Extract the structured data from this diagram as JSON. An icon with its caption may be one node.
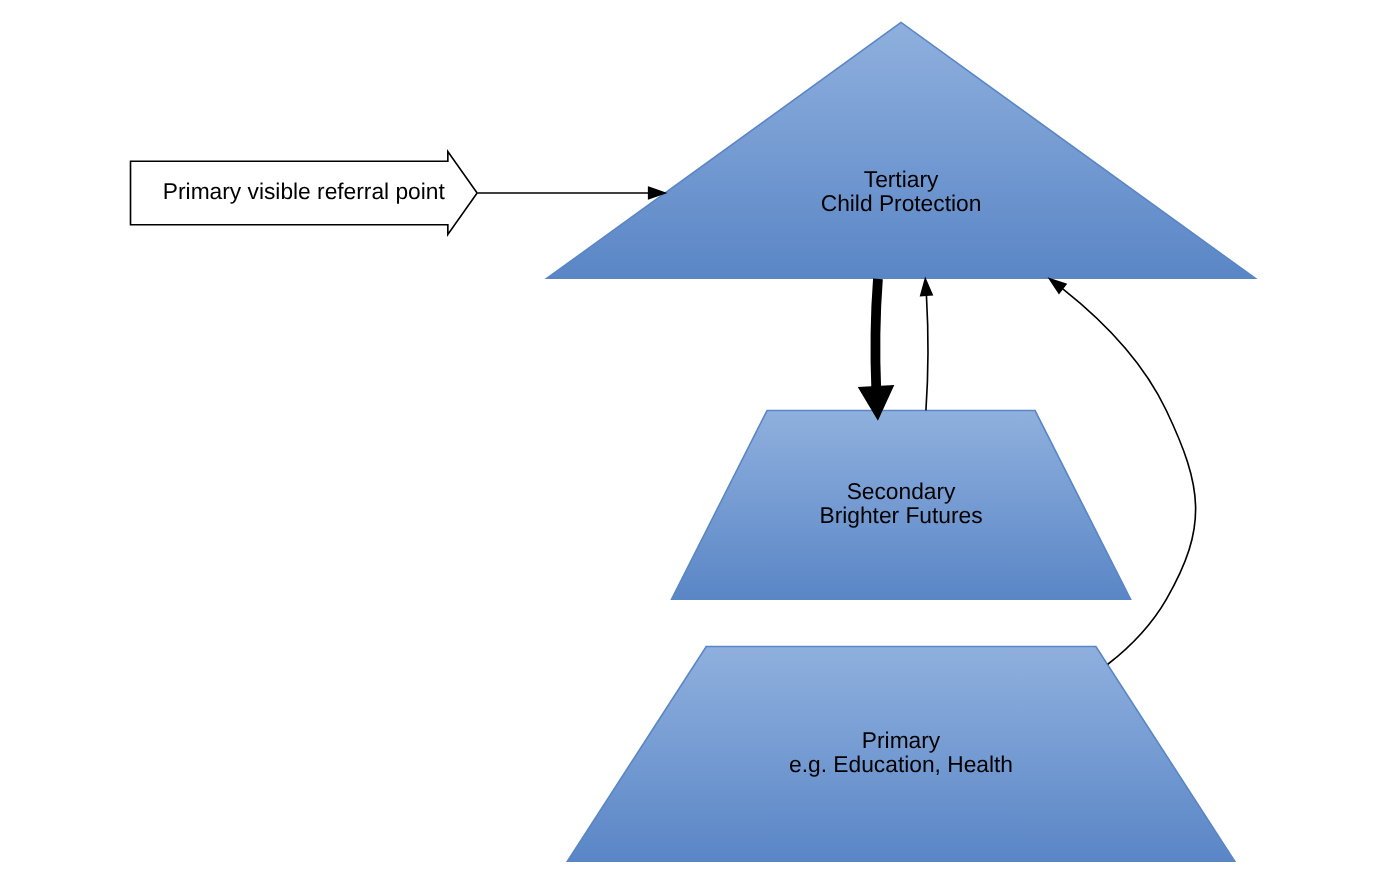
{
  "diagram": {
    "nodes": [
      {
        "text": [
          "Primary visible referral point"
        ]
      },
      {
        "text": [
          "Tertiary",
          "Child Protection"
        ]
      },
      {
        "text": [
          "Secondary",
          "Brighter Futures"
        ]
      },
      {
        "text": [
          "Primary",
          "e.g. Education, Health"
        ]
      }
    ],
    "edges": [
      {
        "from": 0,
        "to": 1,
        "arrow": "to"
      },
      {
        "from": 1,
        "to": 2,
        "arrow": "to",
        "style": "thick"
      },
      {
        "from": 2,
        "to": 1,
        "arrow": "to"
      },
      {
        "from": 3,
        "to": 1,
        "arrow": "to"
      }
    ]
  }
}
